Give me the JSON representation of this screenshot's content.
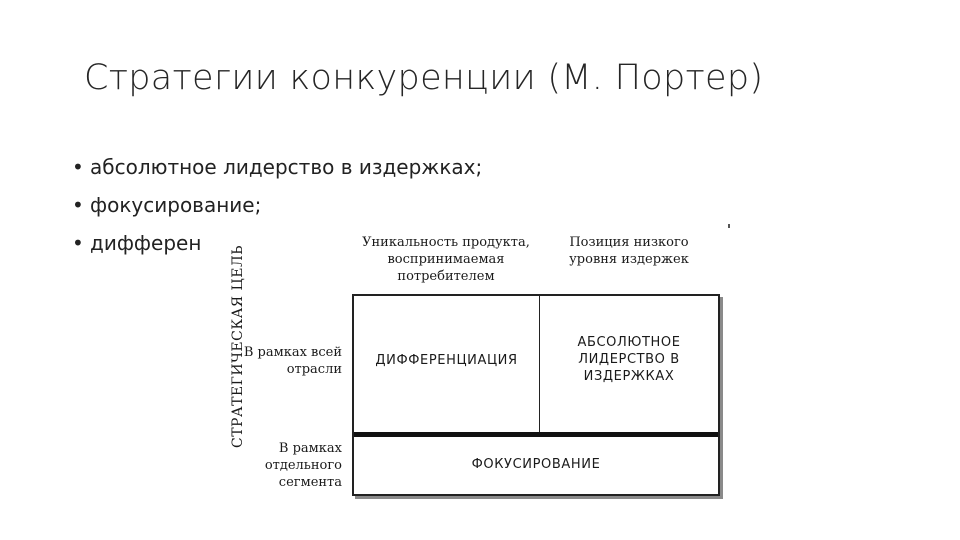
{
  "title": "Стратегии конкуренции (М. Портер)",
  "bullets": [
    "абсолютное лидерство в издержках;",
    "фокусирование;",
    "дифферен"
  ],
  "bullet_symbol": "•",
  "diagram": {
    "column_headers": [
      "Уникальность продукта, воспринимаемая потребителем",
      "Позиция низкого уровня издержек"
    ],
    "axis_title": "СТРАТЕГИЧЕСКАЯ ЦЕЛЬ",
    "row_labels": [
      "В рамках всей отрасли",
      "В рамках отдельного сегмента"
    ],
    "cells": {
      "differentiation": "ДИФФЕРЕНЦИАЦИЯ",
      "cost_leadership": "АБСОЛЮТНОЕ ЛИДЕРСТВО В ИЗДЕРЖКАХ",
      "focus": "ФОКУСИРОВАНИЕ"
    }
  }
}
